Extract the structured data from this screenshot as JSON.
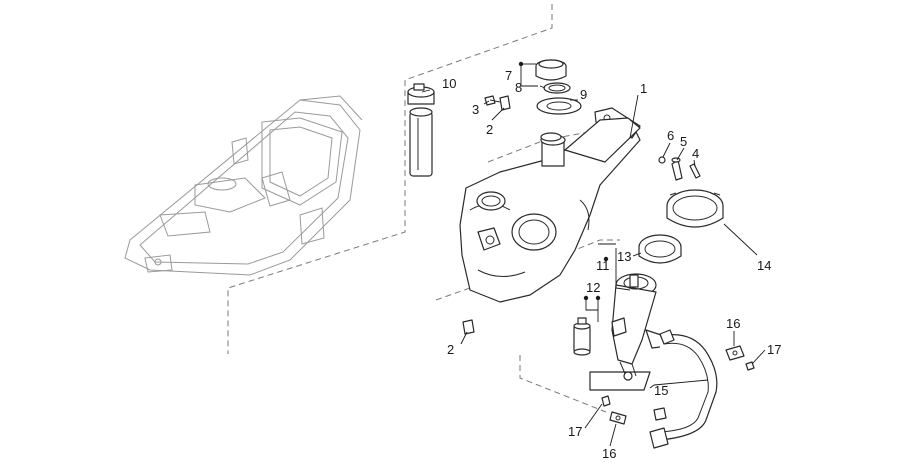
{
  "diagram": {
    "labels": {
      "p1": "1",
      "p2a": "2",
      "p2b": "2",
      "p3": "3",
      "p4": "4",
      "p5": "5",
      "p6": "6",
      "p7": "7",
      "p8": "8",
      "p9": "9",
      "p10": "10",
      "p11": "11",
      "p12": "12",
      "p13": "13",
      "p14": "14",
      "p15": "15",
      "p16a": "16",
      "p16b": "16",
      "p17a": "17",
      "p17b": "17"
    }
  }
}
